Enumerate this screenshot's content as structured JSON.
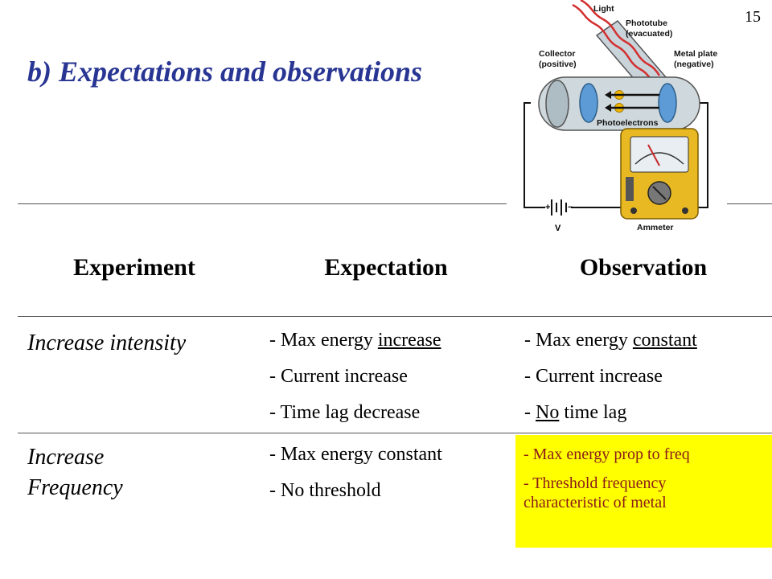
{
  "page": {
    "number": "15"
  },
  "title": "b) Expectations and observations",
  "diagram": {
    "labels": {
      "light": "Light",
      "phototube": "Phototube",
      "evacuated": "(evacuated)",
      "collector": "Collector",
      "positive": "(positive)",
      "metal_plate": "Metal plate",
      "negative": "(negative)",
      "photoelectrons": "Photoelectrons",
      "plus": "+",
      "minus": "−",
      "voltage": "V",
      "ammeter": "Ammeter"
    },
    "colors": {
      "light_ray": "#d32f2f",
      "tube": "#b0bec5",
      "plate": "#5c9bd6",
      "electron": "#f5b800",
      "meter_body": "#e8b923"
    }
  },
  "table": {
    "headers": {
      "experiment": "Experiment",
      "expectation": "Expectation",
      "observation": "Observation"
    },
    "rows": [
      {
        "experiment": "Increase intensity",
        "expectation": [
          {
            "pre": "- Max energy ",
            "emph": "increase",
            "post": ""
          },
          {
            "pre": "- Current increase",
            "emph": "",
            "post": ""
          },
          {
            "pre": "- Time lag decrease",
            "emph": "",
            "post": ""
          }
        ],
        "observation": [
          {
            "pre": "- Max energy ",
            "emph": "constant",
            "post": ""
          },
          {
            "pre": "- Current increase",
            "emph": "",
            "post": ""
          },
          {
            "pre": "- ",
            "emph": "No",
            "post": " time lag"
          }
        ]
      },
      {
        "experiment_line1": "Increase",
        "experiment_line2": "Frequency",
        "expectation": [
          {
            "pre": "- Max energy constant",
            "emph": "",
            "post": ""
          },
          {
            "pre": "- No threshold",
            "emph": "",
            "post": ""
          }
        ],
        "observation": {
          "line1": "- Max energy prop to freq",
          "line2": "- Threshold frequency",
          "line3": "characteristic of metal",
          "highlight_color": "#ffff00"
        }
      }
    ]
  }
}
